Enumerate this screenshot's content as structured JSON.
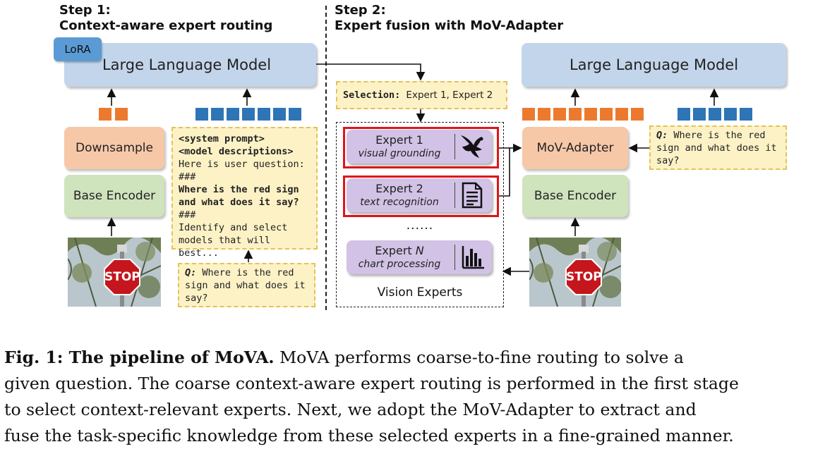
{
  "step1": {
    "title_line1": "Step 1:",
    "title_line2": "Context-aware expert routing"
  },
  "step2": {
    "title_line1": "Step 2:",
    "title_line2": "Expert fusion with MoV-Adapter"
  },
  "left": {
    "lora": "LoRA",
    "llm": "Large Language Model",
    "downsample": "Downsample",
    "base_encoder": "Base Encoder",
    "prompt_lines": [
      "<system prompt>",
      "<model descriptions>",
      "Here is user question:",
      "###",
      "Where is the red sign",
      "and what does it say?",
      "###",
      "Identify and select",
      "models that will best..."
    ],
    "question_label": "Q:",
    "question_lines": [
      "Where is the red",
      "sign and what does it",
      "say?"
    ]
  },
  "middle": {
    "selection_label": "Selection:",
    "selection_value": "Expert 1, Expert 2",
    "experts": [
      {
        "name": "Expert 1",
        "task": "visual grounding",
        "icon": "eagle-icon"
      },
      {
        "name": "Expert 2",
        "task": "text recognition",
        "icon": "document-icon"
      },
      {
        "name_prefix": "Expert ",
        "name_var": "N",
        "task": "chart processing",
        "icon": "bar-chart-icon"
      }
    ],
    "ellipsis": "......",
    "vision_experts": "Vision Experts"
  },
  "right": {
    "llm": "Large Language Model",
    "mov_adapter": "MoV-Adapter",
    "base_encoder": "Base Encoder",
    "question_label": "Q:",
    "question_lines": [
      "Where is the red",
      "sign and what does it",
      "say?"
    ]
  },
  "image": {
    "sign_text": "STOP"
  },
  "caption": {
    "label": "Fig. 1: The pipeline of MoVA.",
    "line1": " MoVA performs coarse-to-fine routing to solve a",
    "line2": "given question. The coarse context-aware expert routing is performed in the first stage",
    "line3": "to select context-relevant experts. Next, we adopt the MoV-Adapter to extract and",
    "line4": "fuse the task-specific knowledge from these selected experts in a fine-grained manner."
  },
  "colors": {
    "llm": "#c3d5ea",
    "orange_box": "#f6c8a8",
    "green_box": "#cfe3bd",
    "token_orange": "#ec7a2e",
    "token_blue": "#2e75b6",
    "note_fill": "#fdf2c6",
    "expert_fill": "#d2c2e6",
    "highlight_red": "#e0141b"
  }
}
